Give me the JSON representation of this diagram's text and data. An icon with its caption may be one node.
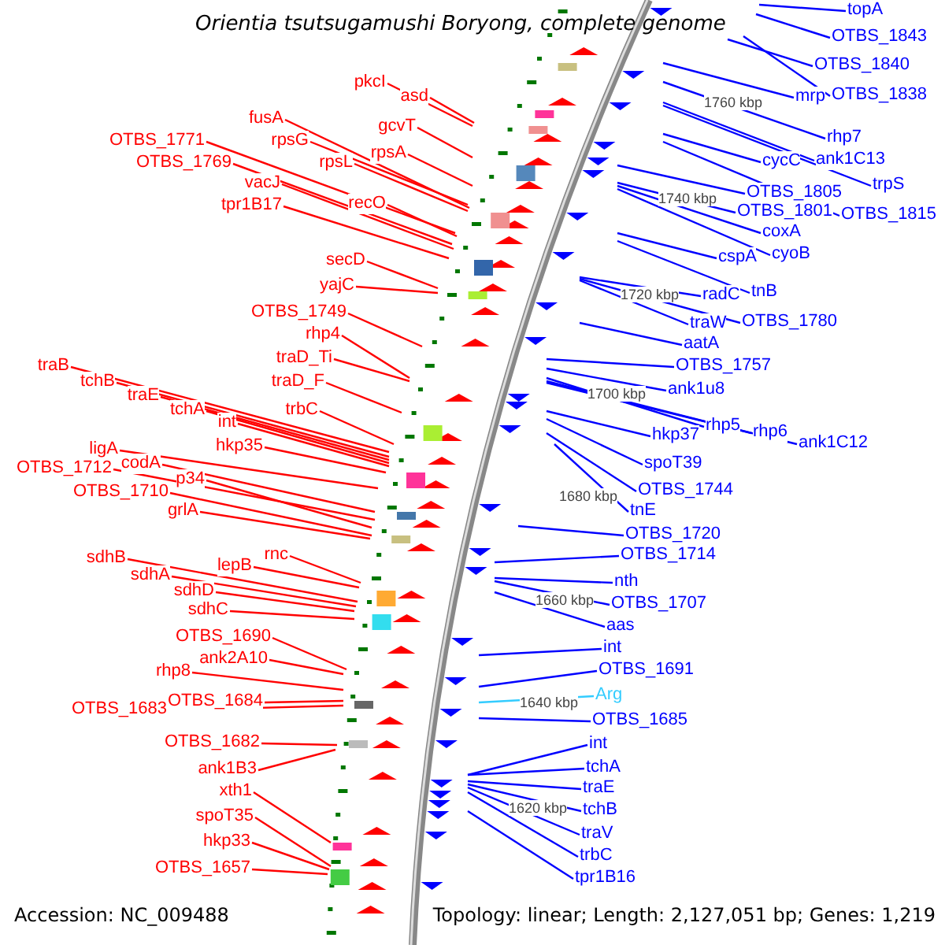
{
  "diagram": {
    "title": "Orientia tsutsugamushi Boryong, complete genome",
    "nodes": [
      {
        "text": [
          "pkcI"
        ]
      },
      {
        "text": [
          "asd"
        ]
      },
      {
        "text": [
          "fusA"
        ]
      },
      {
        "text": [
          "gcvT"
        ]
      },
      {
        "text": [
          "rpsG"
        ]
      },
      {
        "text": [
          "OTBS_1771"
        ]
      },
      {
        "text": [
          "rpsA"
        ]
      },
      {
        "text": [
          "rpsL"
        ]
      },
      {
        "text": [
          "OTBS_1769"
        ]
      },
      {
        "text": [
          "vacJ"
        ]
      },
      {
        "text": [
          "recO"
        ]
      },
      {
        "text": [
          "tpr1B17"
        ]
      },
      {
        "text": [
          "secD"
        ]
      },
      {
        "text": [
          "yajC"
        ]
      },
      {
        "text": [
          "OTBS_1749"
        ]
      },
      {
        "text": [
          "rhp4"
        ]
      },
      {
        "text": [
          "traD_Ti"
        ]
      },
      {
        "text": [
          "traD_F"
        ]
      },
      {
        "text": [
          "trbC"
        ]
      },
      {
        "text": [
          "traB"
        ]
      },
      {
        "text": [
          "tchB"
        ]
      },
      {
        "text": [
          "traE"
        ]
      },
      {
        "text": [
          "tchA"
        ]
      },
      {
        "text": [
          "int"
        ]
      },
      {
        "text": [
          "hkp35"
        ]
      },
      {
        "text": [
          "ligA"
        ]
      },
      {
        "text": [
          "OTBS_1712"
        ]
      },
      {
        "text": [
          "codA"
        ]
      },
      {
        "text": [
          "p34"
        ]
      },
      {
        "text": [
          "OTBS_1710"
        ]
      },
      {
        "text": [
          "grlA"
        ]
      },
      {
        "text": [
          "rnc"
        ]
      },
      {
        "text": [
          "sdhB"
        ]
      },
      {
        "text": [
          "lepB"
        ]
      },
      {
        "text": [
          "sdhA"
        ]
      },
      {
        "text": [
          "sdhD"
        ]
      },
      {
        "text": [
          "sdhC"
        ]
      },
      {
        "text": [
          "OTBS_1690"
        ]
      },
      {
        "text": [
          "ank2A10"
        ]
      },
      {
        "text": [
          "rhp8"
        ]
      },
      {
        "text": [
          "OTBS_1684"
        ]
      },
      {
        "text": [
          "OTBS_1683"
        ]
      },
      {
        "text": [
          "OTBS_1682"
        ]
      },
      {
        "text": [
          "ank1B3"
        ]
      },
      {
        "text": [
          "xth1"
        ]
      },
      {
        "text": [
          "spoT35"
        ]
      },
      {
        "text": [
          "hkp33"
        ]
      },
      {
        "text": [
          "OTBS_1657"
        ]
      },
      {
        "text": [
          "topA"
        ]
      },
      {
        "text": [
          "OTBS_1843"
        ]
      },
      {
        "text": [
          "OTBS_1840"
        ]
      },
      {
        "text": [
          "OTBS_1838"
        ]
      },
      {
        "text": [
          "mrp"
        ]
      },
      {
        "text": [
          "rhp7"
        ]
      },
      {
        "text": [
          "ank1C13"
        ]
      },
      {
        "text": [
          "trpS"
        ]
      },
      {
        "text": [
          "cycC"
        ]
      },
      {
        "text": [
          "OTBS_1805"
        ]
      },
      {
        "text": [
          "OTBS_1801"
        ]
      },
      {
        "text": [
          "OTBS_1815"
        ]
      },
      {
        "text": [
          "coxA"
        ]
      },
      {
        "text": [
          "cyoB"
        ]
      },
      {
        "text": [
          "cspA"
        ]
      },
      {
        "text": [
          "tnB"
        ]
      },
      {
        "text": [
          "radC"
        ]
      },
      {
        "text": [
          "traW"
        ]
      },
      {
        "text": [
          "OTBS_1780"
        ]
      },
      {
        "text": [
          "aatA"
        ]
      },
      {
        "text": [
          "OTBS_1757"
        ]
      },
      {
        "text": [
          "ank1u8"
        ]
      },
      {
        "text": [
          "rhp5"
        ]
      },
      {
        "text": [
          "rhp6"
        ]
      },
      {
        "text": [
          "ank1C12"
        ]
      },
      {
        "text": [
          "hkp37"
        ]
      },
      {
        "text": [
          "spoT39"
        ]
      },
      {
        "text": [
          "OTBS_1744"
        ]
      },
      {
        "text": [
          "tnE"
        ]
      },
      {
        "text": [
          "OTBS_1720"
        ]
      },
      {
        "text": [
          "OTBS_1714"
        ]
      },
      {
        "text": [
          "nth"
        ]
      },
      {
        "text": [
          "OTBS_1707"
        ]
      },
      {
        "text": [
          "aas"
        ]
      },
      {
        "text": [
          "int"
        ]
      },
      {
        "text": [
          "OTBS_1691"
        ]
      },
      {
        "text": [
          "Arg"
        ]
      },
      {
        "text": [
          "OTBS_1685"
        ]
      },
      {
        "text": [
          "int"
        ]
      },
      {
        "text": [
          "tchA"
        ]
      },
      {
        "text": [
          "traE"
        ]
      },
      {
        "text": [
          "tchB"
        ]
      },
      {
        "text": [
          "traV"
        ]
      },
      {
        "text": [
          "trbC"
        ]
      },
      {
        "text": [
          "tpr1B16"
        ]
      }
    ],
    "edges": [
      {
        "from": 0,
        "to": null,
        "arrow": "none"
      },
      {
        "from": 1,
        "to": null,
        "arrow": "none"
      },
      {
        "from": 2,
        "to": null,
        "arrow": "none"
      },
      {
        "from": 3,
        "to": null,
        "arrow": "none"
      },
      {
        "from": 4,
        "to": null,
        "arrow": "none"
      },
      {
        "from": 5,
        "to": null,
        "arrow": "none"
      },
      {
        "from": 6,
        "to": null,
        "arrow": "none"
      },
      {
        "from": 7,
        "to": null,
        "arrow": "none"
      },
      {
        "from": 8,
        "to": null,
        "arrow": "none"
      },
      {
        "from": 9,
        "to": null,
        "arrow": "none"
      },
      {
        "from": 10,
        "to": null,
        "arrow": "none"
      },
      {
        "from": 11,
        "to": null,
        "arrow": "none"
      },
      {
        "from": 12,
        "to": null,
        "arrow": "none"
      },
      {
        "from": 13,
        "to": null,
        "arrow": "none"
      },
      {
        "from": 14,
        "to": null,
        "arrow": "none"
      },
      {
        "from": 15,
        "to": null,
        "arrow": "none"
      },
      {
        "from": 16,
        "to": null,
        "arrow": "none"
      },
      {
        "from": 17,
        "to": null,
        "arrow": "none"
      },
      {
        "from": 18,
        "to": null,
        "arrow": "none"
      },
      {
        "from": 19,
        "to": null,
        "arrow": "none"
      },
      {
        "from": 20,
        "to": null,
        "arrow": "none"
      },
      {
        "from": 21,
        "to": null,
        "arrow": "none"
      },
      {
        "from": 22,
        "to": null,
        "arrow": "none"
      },
      {
        "from": 23,
        "to": null,
        "arrow": "none"
      },
      {
        "from": 24,
        "to": null,
        "arrow": "none"
      },
      {
        "from": 25,
        "to": null,
        "arrow": "none"
      },
      {
        "from": 26,
        "to": null,
        "arrow": "none"
      },
      {
        "from": 27,
        "to": null,
        "arrow": "none"
      },
      {
        "from": 28,
        "to": null,
        "arrow": "none"
      },
      {
        "from": 29,
        "to": null,
        "arrow": "none"
      },
      {
        "from": 30,
        "to": null,
        "arrow": "none"
      },
      {
        "from": 31,
        "to": null,
        "arrow": "none"
      },
      {
        "from": 32,
        "to": null,
        "arrow": "none"
      },
      {
        "from": 33,
        "to": null,
        "arrow": "none"
      },
      {
        "from": 34,
        "to": null,
        "arrow": "none"
      },
      {
        "from": 35,
        "to": null,
        "arrow": "none"
      },
      {
        "from": 36,
        "to": null,
        "arrow": "none"
      },
      {
        "from": 37,
        "to": null,
        "arrow": "none"
      },
      {
        "from": 38,
        "to": null,
        "arrow": "none"
      },
      {
        "from": 39,
        "to": null,
        "arrow": "none"
      },
      {
        "from": 40,
        "to": null,
        "arrow": "none"
      },
      {
        "from": 41,
        "to": null,
        "arrow": "none"
      },
      {
        "from": 42,
        "to": null,
        "arrow": "none"
      },
      {
        "from": 43,
        "to": null,
        "arrow": "none"
      },
      {
        "from": 44,
        "to": null,
        "arrow": "none"
      },
      {
        "from": 45,
        "to": null,
        "arrow": "none"
      },
      {
        "from": 46,
        "to": null,
        "arrow": "none"
      },
      {
        "from": 47,
        "to": null,
        "arrow": "none"
      },
      {
        "from": 48,
        "to": null,
        "arrow": "none",
        "color": "#0000ff"
      },
      {
        "from": 49,
        "to": null,
        "arrow": "none",
        "color": "#0000ff"
      },
      {
        "from": 50,
        "to": null,
        "arrow": "none",
        "color": "#0000ff"
      },
      {
        "from": 51,
        "to": null,
        "arrow": "none",
        "color": "#0000ff"
      },
      {
        "from": 52,
        "to": null,
        "arrow": "none",
        "color": "#0000ff"
      },
      {
        "from": 53,
        "to": null,
        "arrow": "none",
        "color": "#0000ff"
      },
      {
        "from": 54,
        "to": null,
        "arrow": "none",
        "color": "#0000ff"
      },
      {
        "from": 55,
        "to": null,
        "arrow": "none",
        "color": "#0000ff"
      },
      {
        "from": 56,
        "to": null,
        "arrow": "none",
        "color": "#0000ff"
      },
      {
        "from": 57,
        "to": null,
        "arrow": "none",
        "color": "#0000ff"
      },
      {
        "from": 58,
        "to": null,
        "arrow": "none",
        "color": "#0000ff"
      },
      {
        "from": 59,
        "to": null,
        "arrow": "none",
        "color": "#0000ff"
      },
      {
        "from": 60,
        "to": null,
        "arrow": "none",
        "color": "#0000ff"
      },
      {
        "from": 61,
        "to": null,
        "arrow": "none",
        "color": "#0000ff"
      },
      {
        "from": 62,
        "to": null,
        "arrow": "none",
        "color": "#0000ff"
      },
      {
        "from": 63,
        "to": null,
        "arrow": "none",
        "color": "#0000ff"
      },
      {
        "from": 64,
        "to": null,
        "arrow": "none",
        "color": "#0000ff"
      },
      {
        "from": 65,
        "to": null,
        "arrow": "none",
        "color": "#0000ff"
      },
      {
        "from": 66,
        "to": null,
        "arrow": "none",
        "color": "#0000ff"
      },
      {
        "from": 67,
        "to": null,
        "arrow": "none",
        "color": "#0000ff"
      },
      {
        "from": 68,
        "to": null,
        "arrow": "none",
        "color": "#0000ff"
      },
      {
        "from": 69,
        "to": null,
        "arrow": "none",
        "color": "#0000ff"
      },
      {
        "from": 70,
        "to": null,
        "arrow": "none",
        "color": "#0000ff"
      },
      {
        "from": 71,
        "to": null,
        "arrow": "none",
        "color": "#0000ff"
      },
      {
        "from": 72,
        "to": null,
        "arrow": "none",
        "color": "#0000ff"
      },
      {
        "from": 73,
        "to": null,
        "arrow": "none",
        "color": "#0000ff"
      },
      {
        "from": 74,
        "to": null,
        "arrow": "none",
        "color": "#0000ff"
      },
      {
        "from": 75,
        "to": null,
        "arrow": "none",
        "color": "#0000ff"
      },
      {
        "from": 76,
        "to": null,
        "arrow": "none",
        "color": "#0000ff"
      },
      {
        "from": 77,
        "to": null,
        "arrow": "none",
        "color": "#0000ff"
      },
      {
        "from": 78,
        "to": null,
        "arrow": "none",
        "color": "#0000ff"
      },
      {
        "from": 79,
        "to": null,
        "arrow": "none",
        "color": "#0000ff"
      },
      {
        "from": 80,
        "to": null,
        "arrow": "none",
        "color": "#0000ff"
      },
      {
        "from": 81,
        "to": null,
        "arrow": "none",
        "color": "#0000ff"
      },
      {
        "from": 82,
        "to": null,
        "arrow": "none",
        "color": "#0000ff"
      },
      {
        "from": 83,
        "to": null,
        "arrow": "none",
        "color": "#0000ff"
      },
      {
        "from": 84,
        "to": null,
        "arrow": "none",
        "color": "#33ccff"
      },
      {
        "from": 85,
        "to": null,
        "arrow": "none",
        "color": "#0000ff"
      },
      {
        "from": 86,
        "to": null,
        "arrow": "none",
        "color": "#0000ff"
      },
      {
        "from": 87,
        "to": null,
        "arrow": "none",
        "color": "#0000ff"
      },
      {
        "from": 88,
        "to": null,
        "arrow": "none",
        "color": "#0000ff"
      },
      {
        "from": 89,
        "to": null,
        "arrow": "none",
        "color": "#0000ff"
      },
      {
        "from": 90,
        "to": null,
        "arrow": "none",
        "color": "#0000ff"
      },
      {
        "from": 91,
        "to": null,
        "arrow": "none",
        "color": "#0000ff"
      },
      {
        "from": 92,
        "to": null,
        "arrow": "none",
        "color": "#0000ff"
      }
    ],
    "labels": [
      "1760 kbp",
      "1740 kbp",
      "1720 kbp",
      "1700 kbp",
      "1680 kbp",
      "1660 kbp",
      "1640 kbp",
      "1620 kbp",
      "Accession: NC_009488",
      "Topology: linear; Length: 2,127,051 bp; Genes: 1,219"
    ]
  }
}
